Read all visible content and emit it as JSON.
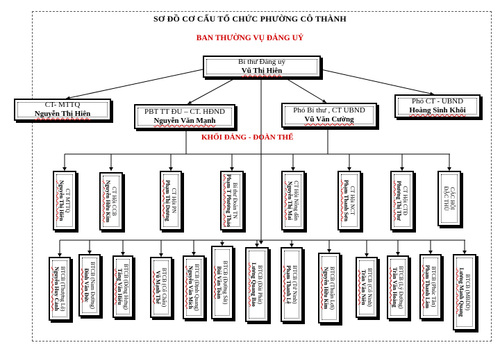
{
  "heading": {
    "title": "SƠ ĐỒ CƠ CẤU TỔ CHỨC PHƯỜNG CÔ THÀNH",
    "subtitle": "BAN THƯỜNG VỤ ĐẢNG UỶ",
    "section": "KHỐI ĐẢNG - ĐOÀN THỂ"
  },
  "top": {
    "role": "Bí thư Đảng uỷ",
    "name": "Vũ Thị Hiên"
  },
  "level2": [
    {
      "role": "CT- MTTQ",
      "name": "Nguyễn Thị Hiên"
    },
    {
      "role": "PBT TT ĐU – CT. HĐND",
      "name": "Nguyễn Văn Mạnh"
    },
    {
      "role": "Phó Bí thư , CT UBND",
      "name": "Vũ Văn Cường"
    },
    {
      "role": "Phó CT - UBND",
      "name": "Hoàng Sinh Khôi"
    }
  ],
  "level3": [
    {
      "role": "CT MTTQ",
      "name": "Nguyễn Thị Hiên"
    },
    {
      "role": "CT Hội CCB",
      "name": "Nguyễn Hữu Kim"
    },
    {
      "role": "CT Hội PN",
      "name": "Phạm Thị Dương"
    },
    {
      "role": "Bí thư Đoàn TN",
      "name": "Phạm T Phương Thảo"
    },
    {
      "role": "CT Hội Nông dân",
      "name": "Nguyễn Thị Mai"
    },
    {
      "role": "CT Hội NCT",
      "name": "Phạm Thanh Sơn"
    },
    {
      "role": "CT Hội CTĐ",
      "name": "Phương Thị Thư"
    },
    {
      "role": "CÁC HỘI",
      "name": "ĐẶC THÙ"
    }
  ],
  "level4": [
    {
      "role": "BTCB (Thượng Lộ)",
      "name": "Nguyễn Huy Cảnh"
    },
    {
      "role": "BTCB (Nam Đường)",
      "name": "Đinh Văn Đức"
    },
    {
      "role": "BTCB (Đông Hưng)",
      "name": "Tăng Văn Hiếu"
    },
    {
      "role": "BTCB (Cổ Chẩu)",
      "name": "Vũ Mạnh Thế"
    },
    {
      "role": "BTCB (Định Quang)",
      "name": "Nguyễn Văn Mích"
    },
    {
      "role": "BTCB (Đường Sắt)",
      "name": "Bùi Văn Toàn"
    },
    {
      "role": "BTCB (Đài Phát)",
      "name": "Lương Quang Bảo"
    },
    {
      "role": "BTCB (Tứ Ninh)",
      "name": "Phạm Thanh Lệ"
    },
    {
      "role": "BTCB (Thuận Lợi)",
      "name": "Nguyễn Hữu Kim"
    },
    {
      "role": "BTCB (Cổ Ninh)",
      "name": "Trần Văn Niên"
    },
    {
      "role": "BTCB (Lý Đường)",
      "name": "Trần Văn Hoàng"
    },
    {
      "role": "BTCB (Phúc Tân)",
      "name": "Phạm Thanh Lâm"
    },
    {
      "role": "BTCB (MBDD)",
      "name": "Lương Mạnh Quang"
    }
  ]
}
